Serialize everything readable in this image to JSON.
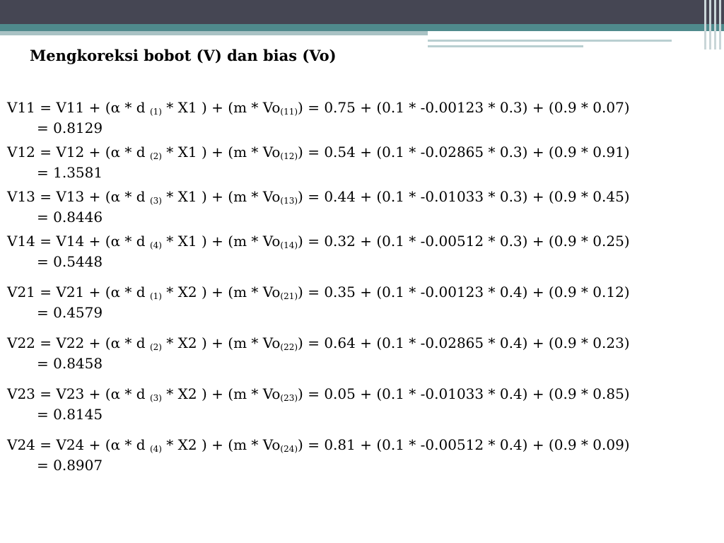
{
  "title": "Mengkoreksi bobot (V) dan bias (Vo)",
  "equations": [
    {
      "target": "V11",
      "d_sub": "(1)",
      "x": "X1",
      "vo_sub": "(11)",
      "v_val": "0.75",
      "d_val": "-0.00123",
      "x_val": "0.3",
      "vo_val": "0.07",
      "result": "= 0.8129"
    },
    {
      "target": "V12",
      "d_sub": "(2)",
      "x": "X1",
      "vo_sub": "(12)",
      "v_val": "0.54",
      "d_val": "-0.02865",
      "x_val": "0.3",
      "vo_val": "0.91",
      "result": "= 1.3581"
    },
    {
      "target": "V13",
      "d_sub": "(3)",
      "x": "X1",
      "vo_sub": "(13)",
      "v_val": "0.44",
      "d_val": "-0.01033",
      "x_val": "0.3",
      "vo_val": "0.45",
      "result": "= 0.8446"
    },
    {
      "target": "V14",
      "d_sub": "(4)",
      "x": "X1",
      "vo_sub": "(14)",
      "v_val": "0.32",
      "d_val": "-0.00512",
      "x_val": "0.3",
      "vo_val": "0.25",
      "result": "= 0.5448"
    },
    {
      "target": "V21",
      "d_sub": "(1)",
      "x": "X2",
      "vo_sub": "(21)",
      "v_val": "0.35",
      "d_val": "-0.00123",
      "x_val": "0.4",
      "vo_val": "0.12",
      "result": "= 0.4579"
    },
    {
      "target": "V22",
      "d_sub": "(2)",
      "x": "X2",
      "vo_sub": "(22)",
      "v_val": "0.64",
      "d_val": "-0.02865",
      "x_val": "0.4",
      "vo_val": "0.23",
      "result": "= 0.8458"
    },
    {
      "target": "V23",
      "d_sub": "(3)",
      "x": "X2",
      "vo_sub": "(23)",
      "v_val": "0.05",
      "d_val": "-0.01033",
      "x_val": "0.4",
      "vo_val": "0.85",
      "result": "= 0.8145"
    },
    {
      "target": "V24",
      "d_sub": "(4)",
      "x": "X2",
      "vo_sub": "(24)",
      "v_val": "0.81",
      "d_val": "-0.00512",
      "x_val": "0.4",
      "vo_val": "0.09",
      "result": "= 0.8907"
    }
  ],
  "colors": {
    "top_band": "#454653",
    "teal_band": "#4f8a8c",
    "light_band": "#a9c2c4"
  }
}
